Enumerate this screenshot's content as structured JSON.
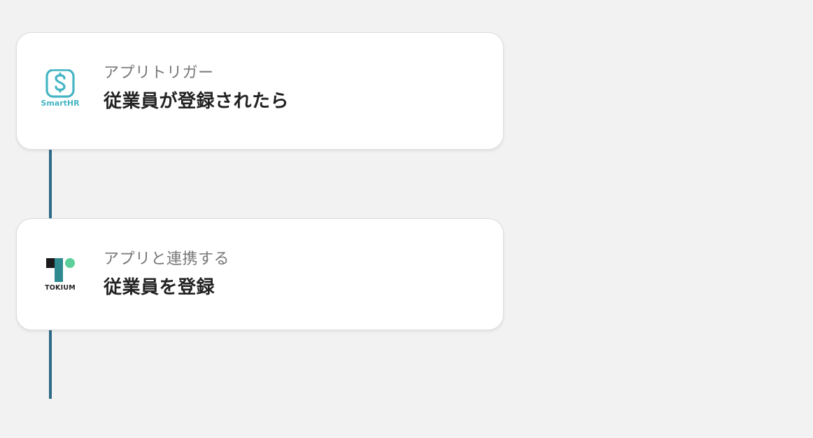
{
  "flow": {
    "steps": [
      {
        "app": "SmartHR",
        "logo_text": "SmartHR",
        "kind": "アプリトリガー",
        "title": "従業員が登録されたら"
      },
      {
        "app": "TOKIUM",
        "logo_text": "TOKIUM",
        "kind": "アプリと連携する",
        "title": "従業員を登録"
      }
    ]
  },
  "colors": {
    "background": "#f2f2f2",
    "connector": "#2f6a87",
    "smarthr_brand": "#45b5c4",
    "tokium_dark": "#1a1a1a",
    "tokium_teal": "#2e8a8f",
    "tokium_green": "#5ccf9a"
  },
  "icons": {
    "step1": "smarthr-logo-icon",
    "step2": "tokium-logo-icon"
  }
}
